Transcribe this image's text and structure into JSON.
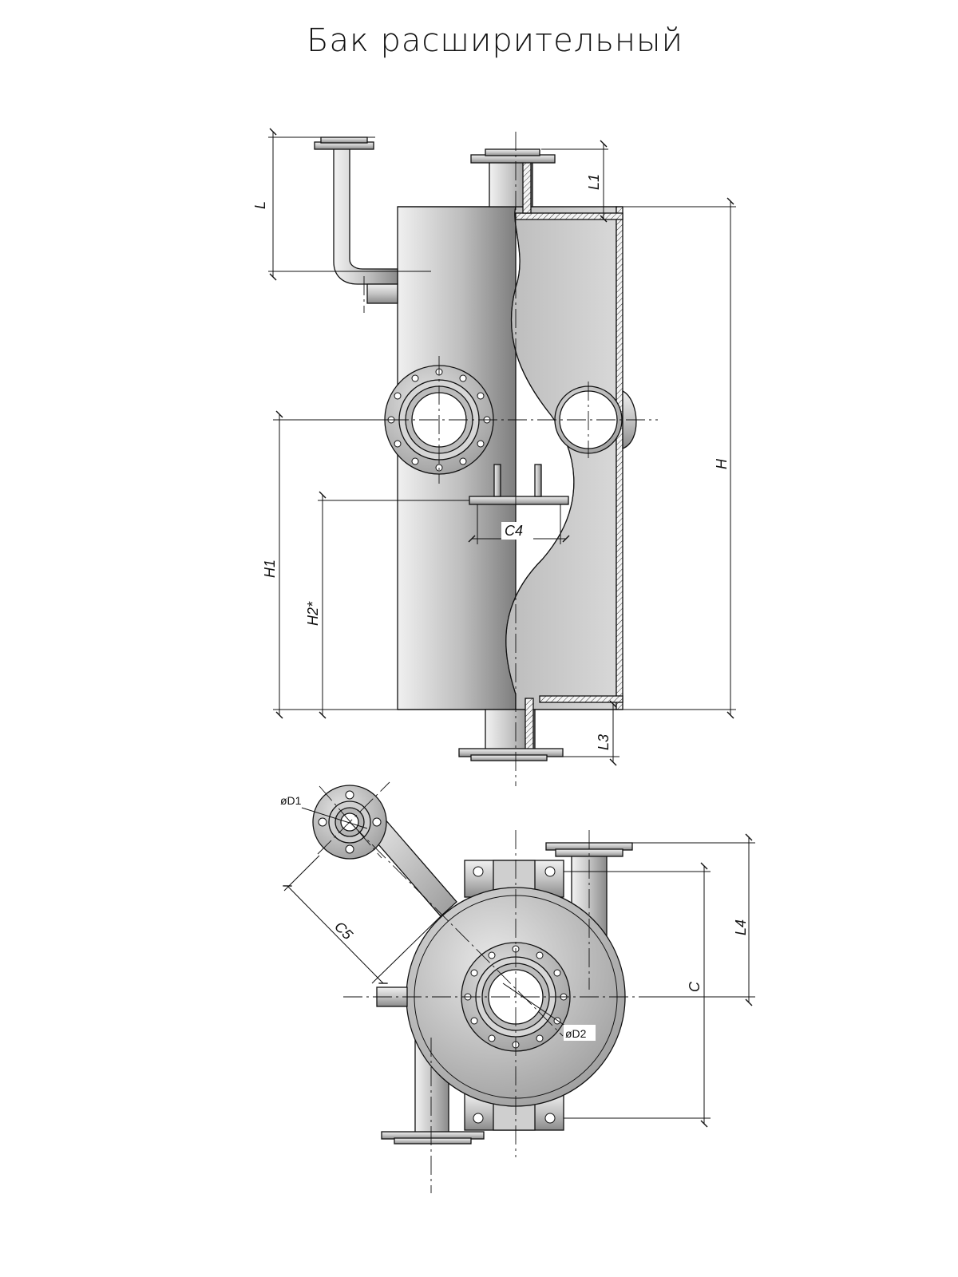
{
  "title": "Бак расширительный",
  "dimension_labels": {
    "L": "L",
    "L1": "L1",
    "H": "H",
    "H1": "H1",
    "H2": "H2*",
    "C4": "C4",
    "L3": "L3",
    "D1": "øD1",
    "D2": "øD2",
    "C5": "C5",
    "C": "C",
    "L4": "L4"
  },
  "colors": {
    "line": "#111111",
    "body_light": "#e6e6e6",
    "body_dark": "#8f8f8f",
    "hatch": "#333333"
  }
}
